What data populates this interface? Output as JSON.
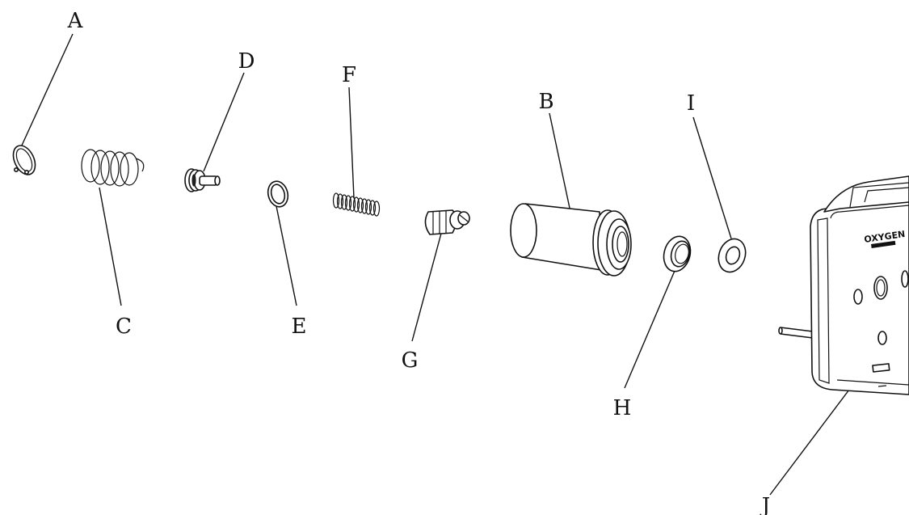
{
  "diagram": {
    "parts": [
      {
        "id": "A"
      },
      {
        "id": "B"
      },
      {
        "id": "C"
      },
      {
        "id": "D"
      },
      {
        "id": "E"
      },
      {
        "id": "F"
      },
      {
        "id": "G"
      },
      {
        "id": "H"
      },
      {
        "id": "I"
      },
      {
        "id": "J"
      }
    ],
    "device_text": "OXYGEN"
  }
}
